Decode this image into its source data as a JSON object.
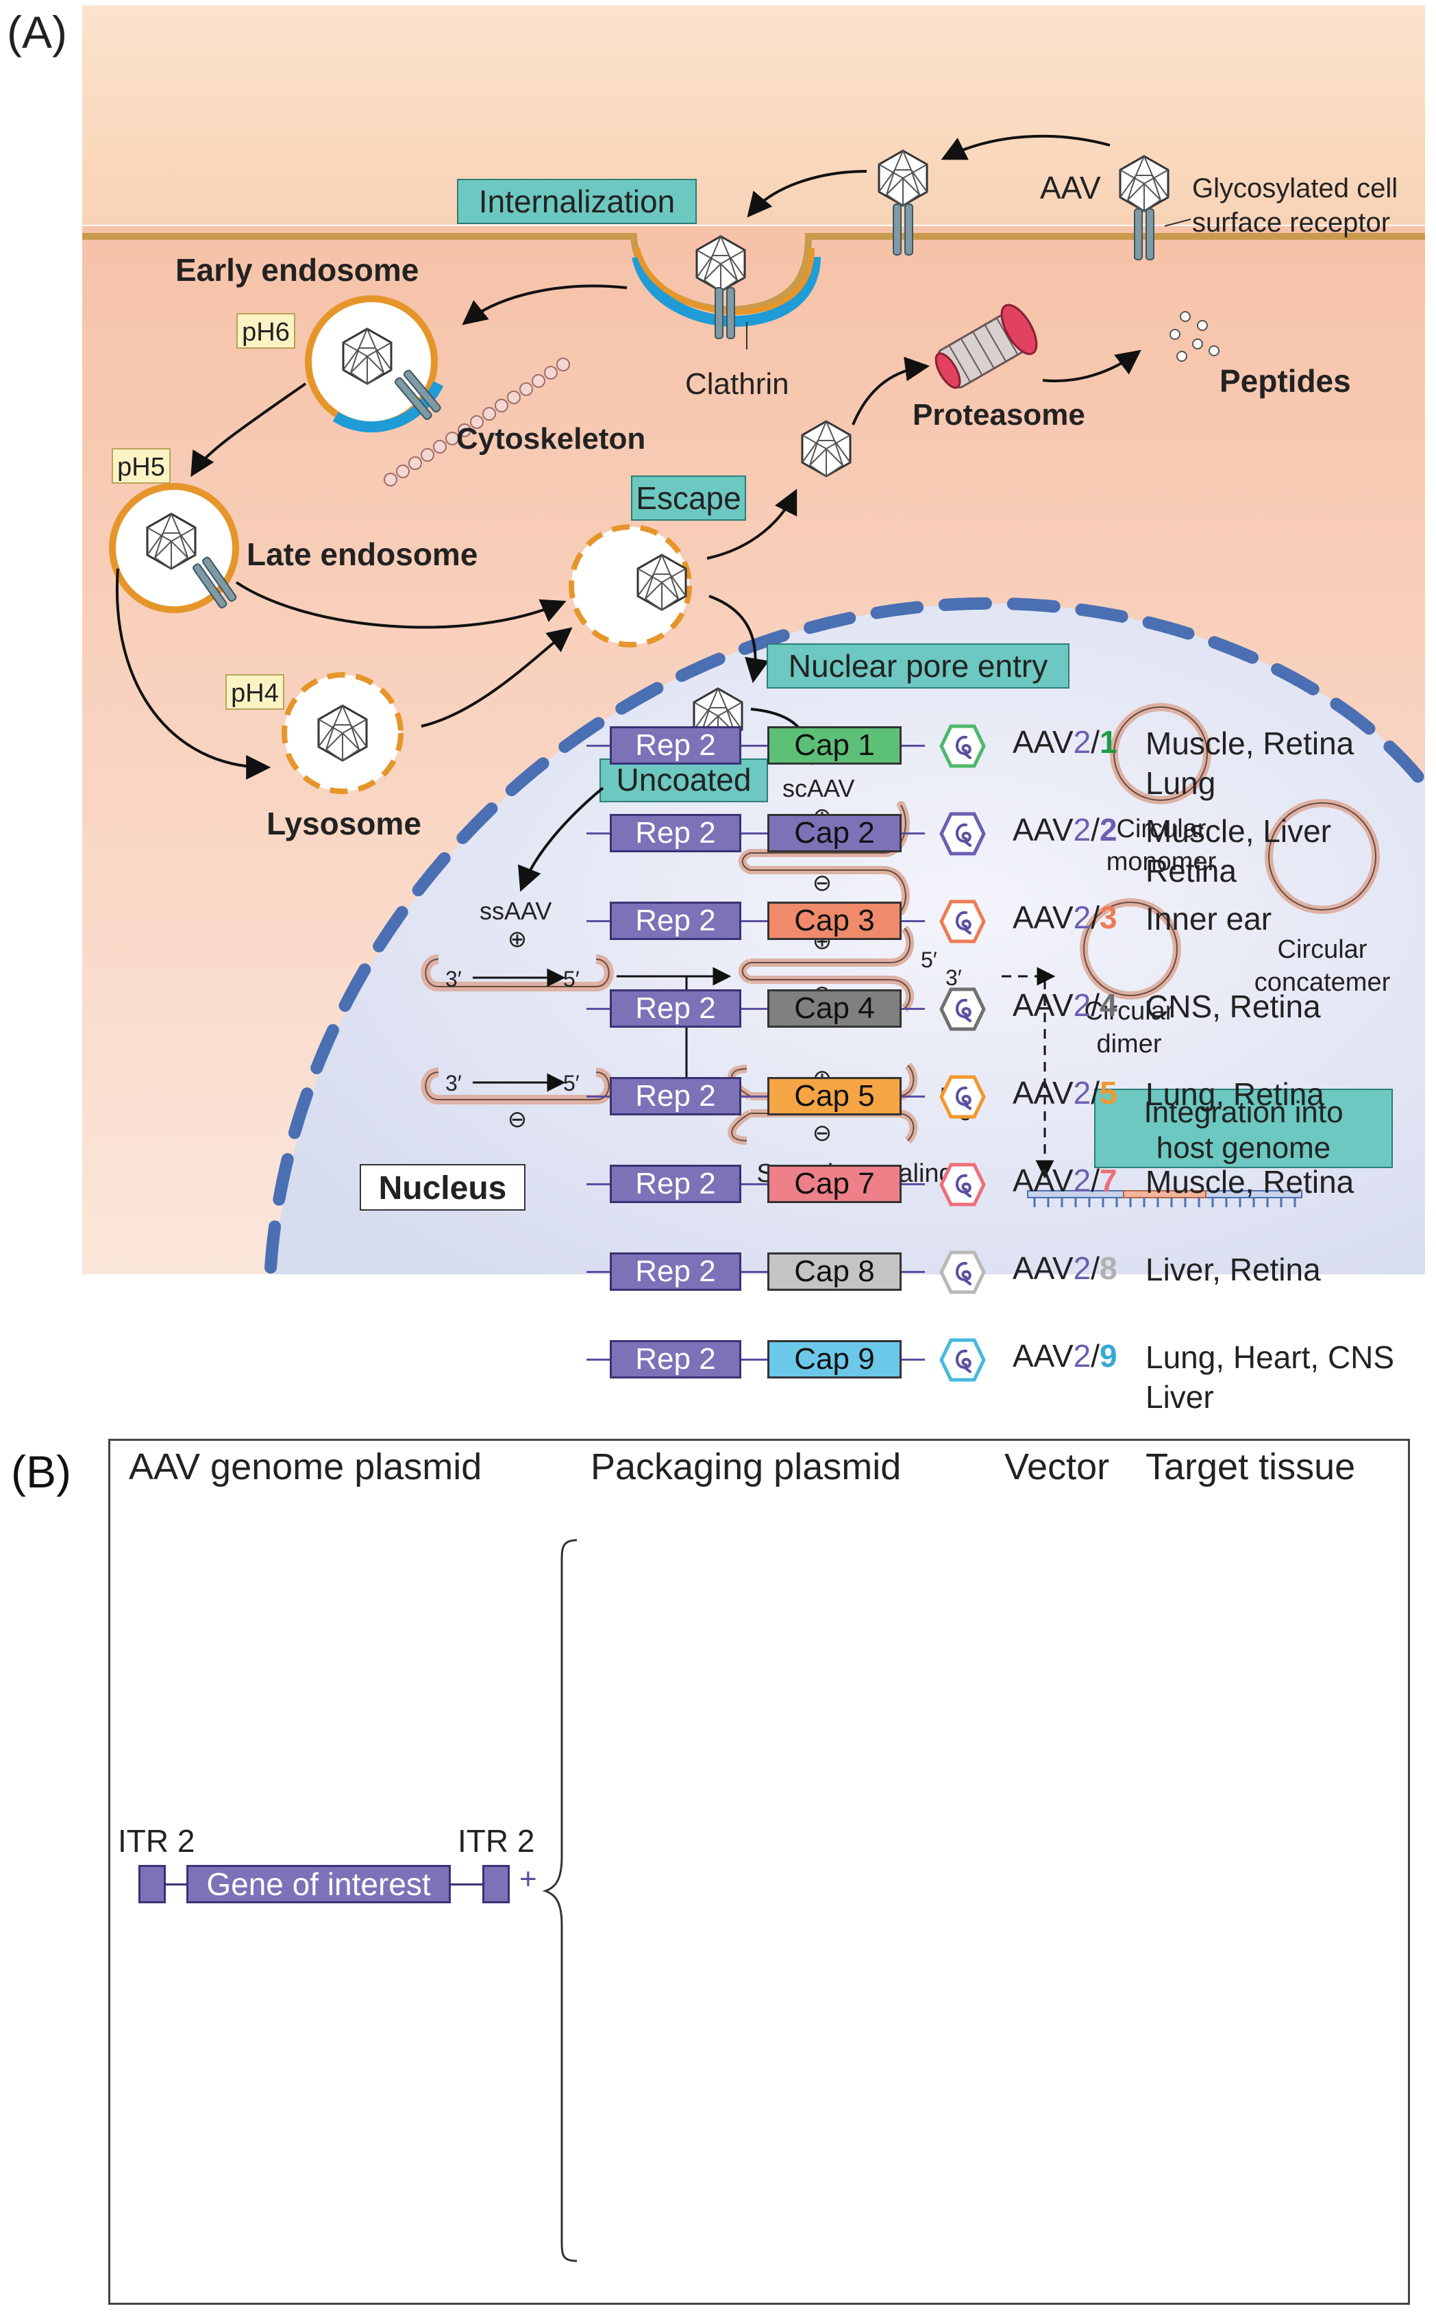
{
  "panelA": {
    "label": "(A)",
    "aav": "AAV",
    "receptor": [
      "Glycosylated cell",
      "surface receptor"
    ],
    "internalization": "Internalization",
    "clathrin": "Clathrin",
    "early_endosome": "Early endosome",
    "cytoskeleton": "Cytoskeleton",
    "late_endosome": "Late endosome",
    "lysosome": "Lysosome",
    "ph6": "pH6",
    "ph5": "pH5",
    "ph4": "pH4",
    "escape": "Escape",
    "proteasome": "Proteasome",
    "peptides": "Peptides",
    "nuclear_pore_entry": "Nuclear pore entry",
    "uncoated": "Uncoated",
    "scaav": "scAAV",
    "ssaav": "ssAAV",
    "three_prime": "3′",
    "five_prime": "5′",
    "strand_annealing": "Strand annealing",
    "circular_monomer": [
      "Circular",
      "monomer"
    ],
    "circular_dimer": [
      "Circular",
      "dimer"
    ],
    "circular_concatemer": [
      "Circular",
      "concatemer"
    ],
    "integration": [
      "Integration into",
      "host genome"
    ],
    "nucleus": "Nucleus"
  },
  "panelB": {
    "label": "(B)",
    "headers": {
      "genome_plasmid": "AAV genome plasmid",
      "packaging_plasmid": "Packaging plasmid",
      "vector": "Vector",
      "target_tissue": "Target tissue"
    },
    "itr_left": "ITR 2",
    "itr_right": "ITR 2",
    "gene": "Gene of interest",
    "plus": "+",
    "rows": [
      {
        "rep": "Rep 2",
        "cap": "Cap 1",
        "cap_color": "#5cc077",
        "hex_color": "#4cb86a",
        "vec_prefix": "AAV",
        "vec_rep": "2",
        "vec_sep": "/",
        "vec_sero": "1",
        "sero_color": "#1f9a44",
        "tissue": "Muscle, Retina Lung"
      },
      {
        "rep": "Rep 2",
        "cap": "Cap 2",
        "cap_color": "#7d71b8",
        "hex_color": "#6a5fb0",
        "vec_prefix": "AAV",
        "vec_rep": "2",
        "vec_sep": "/",
        "vec_sero": "2",
        "sero_color": "#6a5fb0",
        "tissue": "Muscle, Liver Retina"
      },
      {
        "rep": "Rep 2",
        "cap": "Cap 3",
        "cap_color": "#ef8a6a",
        "hex_color": "#ee7b55",
        "vec_prefix": "AAV",
        "vec_rep": "2",
        "vec_sep": "/",
        "vec_sero": "3",
        "sero_color": "#ee7b55",
        "tissue": "Inner ear"
      },
      {
        "rep": "Rep 2",
        "cap": "Cap 4",
        "cap_color": "#808080",
        "hex_color": "#707070",
        "vec_prefix": "AAV",
        "vec_rep": "2",
        "vec_sep": "/",
        "vec_sero": "4",
        "sero_color": "#707070",
        "tissue": "CNS, Retina"
      },
      {
        "rep": "Rep 2",
        "cap": "Cap 5",
        "cap_color": "#f5a544",
        "hex_color": "#f2982c",
        "vec_prefix": "AAV",
        "vec_rep": "2",
        "vec_sep": "/",
        "vec_sero": "5",
        "sero_color": "#f2982c",
        "tissue": "Lung, Retina"
      },
      {
        "rep": "Rep 2",
        "cap": "Cap 7",
        "cap_color": "#ee8089",
        "hex_color": "#ec6f7a",
        "vec_prefix": "AAV",
        "vec_rep": "2",
        "vec_sep": "/",
        "vec_sero": "7",
        "sero_color": "#ec6f7a",
        "tissue": "Muscle, Retina"
      },
      {
        "rep": "Rep 2",
        "cap": "Cap 8",
        "cap_color": "#c4c4c4",
        "hex_color": "#b8b8b8",
        "vec_prefix": "AAV",
        "vec_rep": "2",
        "vec_sep": "/",
        "vec_sero": "8",
        "sero_color": "#b0b0b0",
        "tissue": "Liver, Retina"
      },
      {
        "rep": "Rep 2",
        "cap": "Cap 9",
        "cap_color": "#6cc8e8",
        "hex_color": "#48b8e0",
        "vec_prefix": "AAV",
        "vec_rep": "2",
        "vec_sep": "/",
        "vec_sero": "9",
        "sero_color": "#34a9d6",
        "tissue": "Lung, Heart, CNS Liver"
      }
    ]
  }
}
